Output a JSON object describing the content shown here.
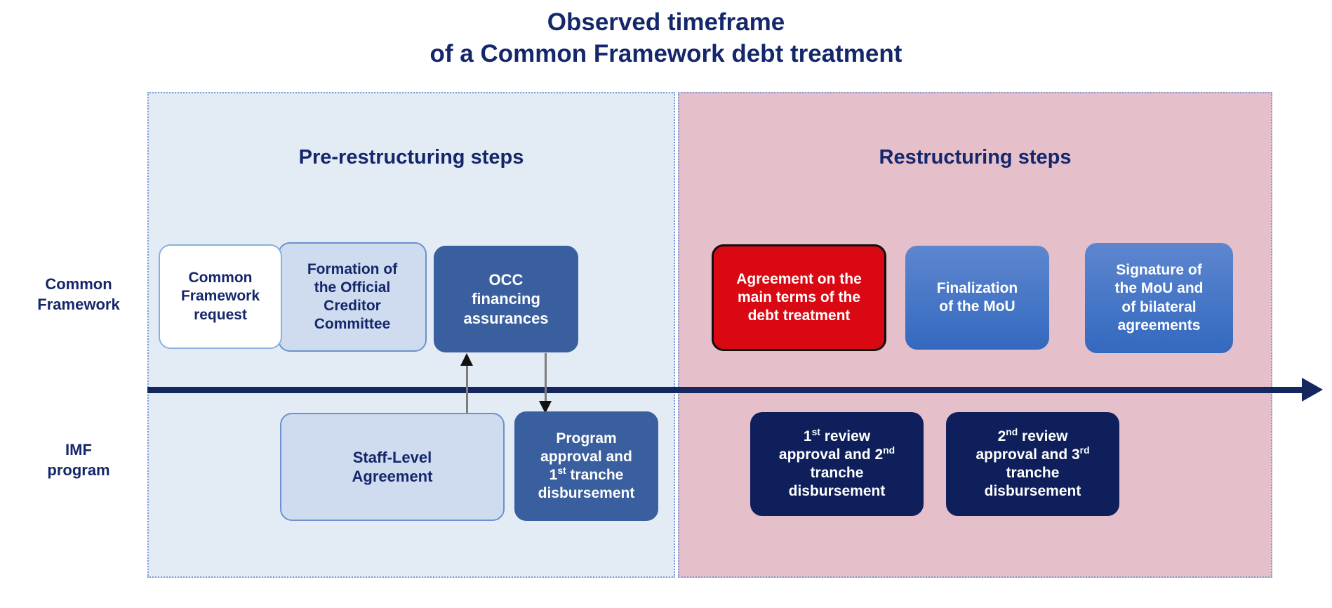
{
  "title": {
    "line1": "Observed timeframe",
    "line2": "of a Common Framework debt treatment"
  },
  "panels": {
    "pre": {
      "header": "Pre-restructuring steps",
      "background_color": "#e3ebf5",
      "border_color": "#7b9cd4"
    },
    "restructuring": {
      "header": "Restructuring steps",
      "background_color": "#e5bfca",
      "border_color": "#7b9cd4"
    }
  },
  "rows": {
    "common_framework": {
      "label_line1": "Common",
      "label_line2": "Framework"
    },
    "imf": {
      "label_line1": "IMF",
      "label_line2": "program"
    }
  },
  "timeline": {
    "color": "#16265f",
    "arrow_direction": "right"
  },
  "steps": {
    "cf_request": {
      "line1": "Common",
      "line2": "Framework",
      "line3": "request",
      "fill": "#ffffff",
      "text_color": "#15276b"
    },
    "occ_formation": {
      "line1": "Formation of",
      "line2": "the Official",
      "line3": "Creditor",
      "line4": "Committee",
      "fill": "#cfdcef",
      "text_color": "#15276b"
    },
    "occ_financing": {
      "line1": "OCC",
      "line2": "financing",
      "line3": "assurances",
      "fill": "#3a5f9e",
      "text_color": "#ffffff"
    },
    "agreement": {
      "line1": "Agreement on the",
      "line2": "main terms of the",
      "line3": "debt treatment",
      "fill": "#da0812",
      "border": "#0f0f0f",
      "text_color": "#ffffff"
    },
    "finalization": {
      "line1": "Finalization",
      "line2": "of the MoU",
      "fill": "#3369bf",
      "text_color": "#ffffff"
    },
    "signature": {
      "line1": "Signature of",
      "line2": "the MoU and",
      "line3": "of bilateral",
      "line4": "agreements",
      "fill": "#3369bf",
      "text_color": "#ffffff"
    },
    "staff_level_agreement": {
      "line1": "Staff-Level",
      "line2": "Agreement",
      "fill": "#cfdcef",
      "text_color": "#15276b"
    },
    "program_approval": {
      "line1": "Program",
      "line2": "approval and",
      "line3_pre": "1",
      "line3_sup": "st",
      "line3_post": " tranche",
      "line4": "disbursement",
      "fill": "#3a5f9e",
      "text_color": "#ffffff"
    },
    "review_1": {
      "line1_pre": "1",
      "line1_sup": "st",
      "line1_post": " review",
      "line2_pre": "approval and ",
      "line2_num": "2",
      "line2_sup": "nd",
      "line3": "tranche",
      "line4": "disbursement",
      "fill": "#0e1f5b",
      "text_color": "#ffffff"
    },
    "review_2": {
      "line1_pre": "2",
      "line1_sup": "nd",
      "line1_post": " review",
      "line2_pre": "approval and ",
      "line2_num": "3",
      "line2_sup": "rd",
      "line3": "tranche",
      "line4": "disbursement",
      "fill": "#0e1f5b",
      "text_color": "#ffffff"
    }
  }
}
